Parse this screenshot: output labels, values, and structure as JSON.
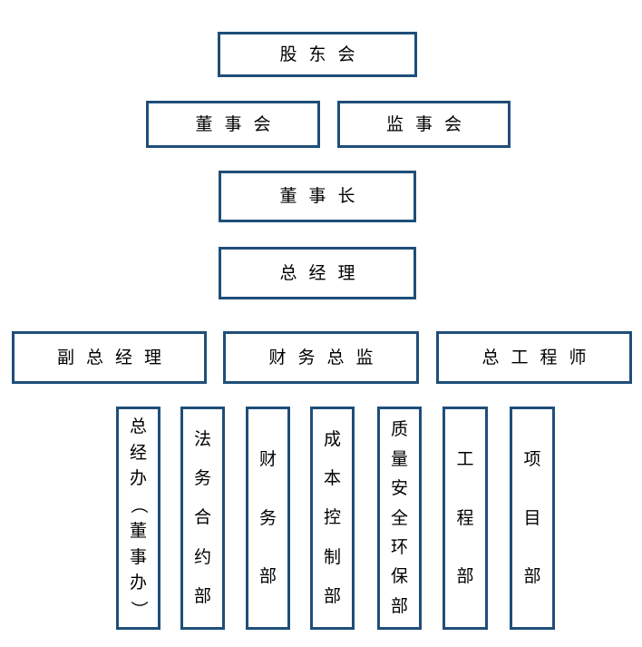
{
  "colors": {
    "box_border": "#1f4e79",
    "box_text": "#000000",
    "background": "#ffffff"
  },
  "chart": {
    "type": "org-chart",
    "nodes": {
      "shareholders": "股东会",
      "board": "董事会",
      "supervisors": "监事会",
      "chairman": "董事长",
      "general_manager": "总经理",
      "deputy_general_manager": "副总经理",
      "finance_director": "财务总监",
      "chief_engineer": "总工程师",
      "departments": [
        "总经办（董事办）",
        "法务合约部",
        "财务部",
        "成本控制部",
        "质量安全环保部",
        "工程部",
        "项目部"
      ]
    }
  }
}
